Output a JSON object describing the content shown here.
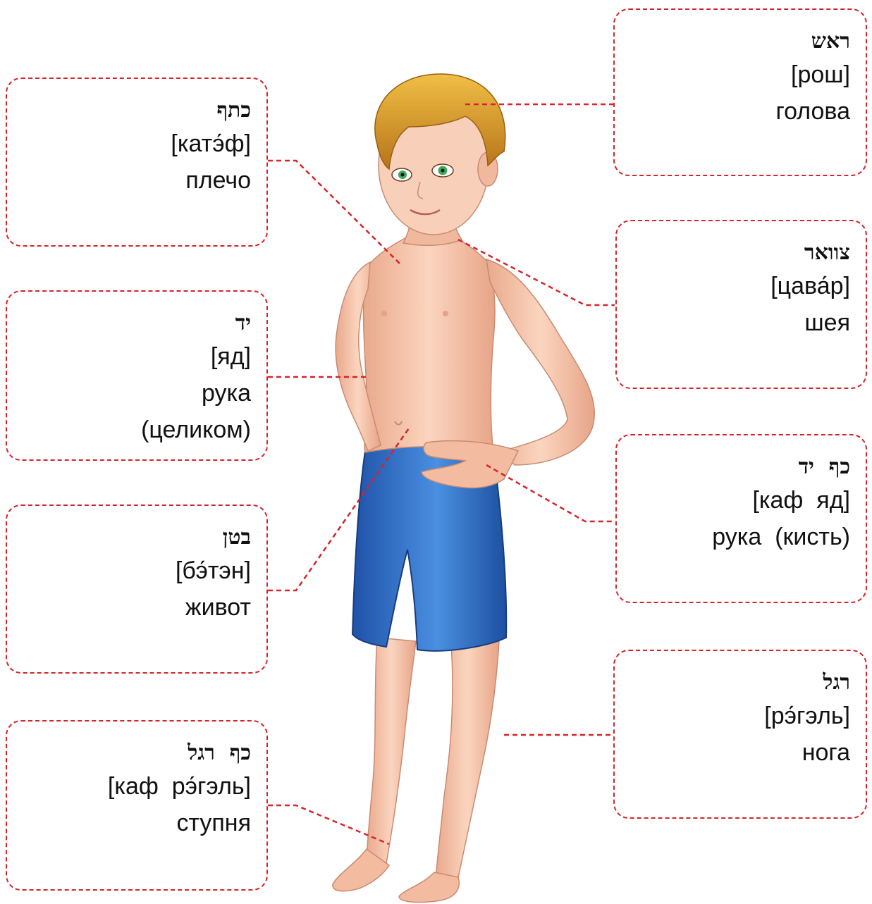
{
  "colors": {
    "dashed_line": "#d8232a",
    "skin": "#f6c9b0",
    "shorts": "#2f6fc7",
    "hair": "#d99a22",
    "eyes": "#3fa85a"
  },
  "labels": {
    "head": {
      "hebrew": "ראש",
      "transcription": "[рош]",
      "translation": "голова"
    },
    "shoulder": {
      "hebrew": "כתף",
      "transcription": "[катэ́ф]",
      "translation": "плечо"
    },
    "neck": {
      "hebrew": "צוואר",
      "transcription": "[цава́р]",
      "translation": "шея"
    },
    "arm": {
      "hebrew": "יד",
      "transcription": "[яд]",
      "translation": "рука",
      "translation2": "(целиком)"
    },
    "hand": {
      "hebrew": "כף  יד",
      "transcription": "[каф  яд]",
      "translation": "рука  (кисть)"
    },
    "belly": {
      "hebrew": "בטן",
      "transcription": "[бэ́тэн]",
      "translation": "живот"
    },
    "leg": {
      "hebrew": "רגל",
      "transcription": "[рэ́гэль]",
      "translation": "нога"
    },
    "foot": {
      "hebrew": "כף  רגל",
      "transcription": "[каф  рэ́гэль]",
      "translation": "ступня"
    }
  }
}
